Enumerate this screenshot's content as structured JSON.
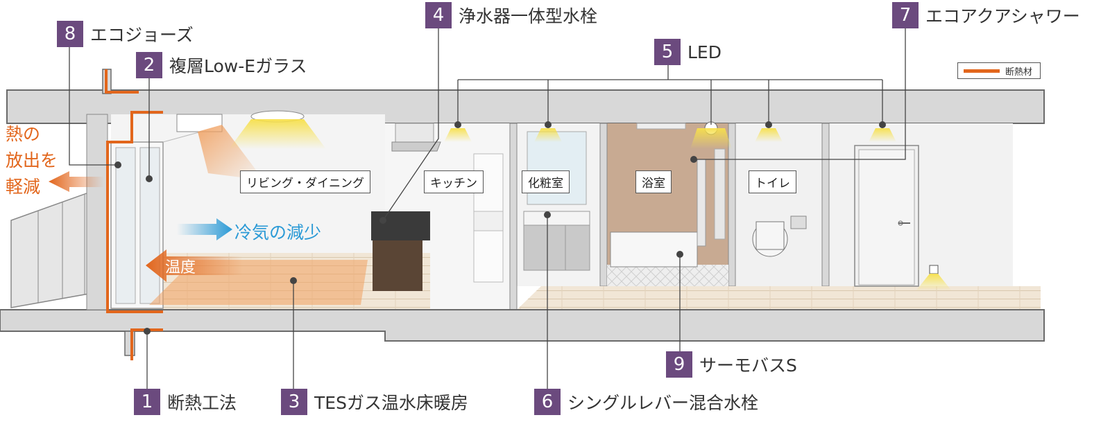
{
  "callouts": [
    {
      "num": "1",
      "label": "断熱工法"
    },
    {
      "num": "2",
      "label": "複層Low-Eガラス"
    },
    {
      "num": "3",
      "label": "TESガス温水床暖房"
    },
    {
      "num": "4",
      "label": "浄水器一体型水栓"
    },
    {
      "num": "5",
      "label": "LED"
    },
    {
      "num": "6",
      "label": "シングルレバー混合水栓"
    },
    {
      "num": "7",
      "label": "エコアクアシャワー"
    },
    {
      "num": "8",
      "label": "エコジョーズ"
    },
    {
      "num": "9",
      "label": "サーモバスS"
    }
  ],
  "rooms": {
    "living": "リビング・ダイニング",
    "kitchen": "キッチン",
    "powder": "化粧室",
    "bath": "浴室",
    "toilet": "トイレ"
  },
  "legend": {
    "label": "断熱材",
    "color": "#e2661c"
  },
  "annotations": {
    "heat_release": [
      "熱の",
      "放出を",
      "軽減"
    ],
    "cold_reduction": "冷気の減少",
    "temperature": "温度"
  },
  "colors": {
    "accent_purple": "#6b4a7e",
    "insulation_orange": "#e2661c",
    "cold_blue": "#2b9ad6",
    "concrete_gray": "#d8d8d8"
  }
}
